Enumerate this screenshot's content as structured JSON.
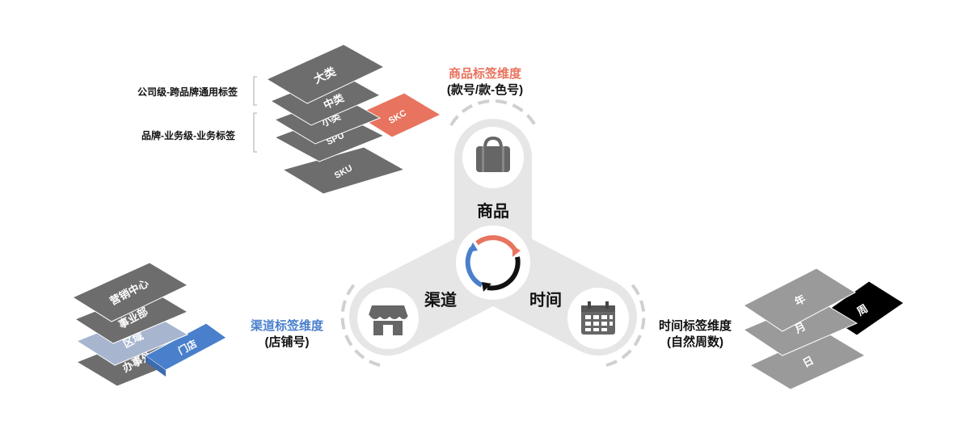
{
  "product_dimension": {
    "title": "商品标签维度",
    "subtitle": "(款号/款-色号)"
  },
  "channel_dimension": {
    "title": "渠道标签维度",
    "subtitle": "(店铺号)"
  },
  "time_dimension": {
    "title": "时间标签维度",
    "subtitle": "(自然周数)"
  },
  "hub": {
    "product_label": "商品",
    "channel_label": "渠道",
    "time_label": "时间"
  },
  "product_stack": {
    "layers": [
      "大类",
      "中类",
      "小类",
      "SPU",
      "SKU"
    ],
    "side_layer": "SKC",
    "bracket_company": "公司级-跨品牌通用标签",
    "bracket_brand": "品牌-业务级-业务标签"
  },
  "channel_stack": {
    "layers": [
      "营销中心",
      "事业部",
      "区域",
      "办事处"
    ],
    "side_layer": "门店"
  },
  "time_stack": {
    "layers": [
      "年",
      "月",
      "日"
    ],
    "side_layer": "周"
  },
  "colors": {
    "product_accent": "#e8735e",
    "channel_accent": "#4a7fcb",
    "time_accent": "#000000",
    "layer_gray": "#6d6d6d",
    "light_gray": "#9a9a9a",
    "hub_bg": "#e6e6e6"
  },
  "icons": {
    "product": "shopping-bag-icon",
    "channel": "storefront-icon",
    "time": "calendar-icon",
    "center": "cycle-arrows-icon"
  }
}
